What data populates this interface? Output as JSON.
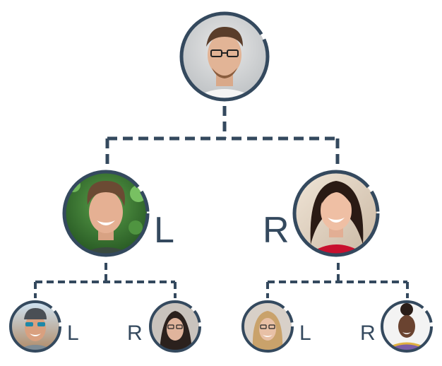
{
  "diagram": {
    "type": "binary-tree",
    "colors": {
      "line": "#34495e",
      "label": "#34495e",
      "background": "#ffffff"
    },
    "root": {
      "avatar": "man-with-glasses-avatar"
    },
    "level1": [
      {
        "label": "L",
        "avatar": "smiling-young-man-avatar"
      },
      {
        "label": "R",
        "avatar": "smiling-woman-red-top-avatar"
      }
    ],
    "level2": [
      {
        "label": "L",
        "avatar": "man-cap-sunglasses-avatar"
      },
      {
        "label": "R",
        "avatar": "woman-glasses-dark-hair-avatar"
      },
      {
        "label": "L",
        "avatar": "woman-blonde-glasses-avatar"
      },
      {
        "label": "R",
        "avatar": "woman-curly-hair-avatar"
      }
    ]
  }
}
